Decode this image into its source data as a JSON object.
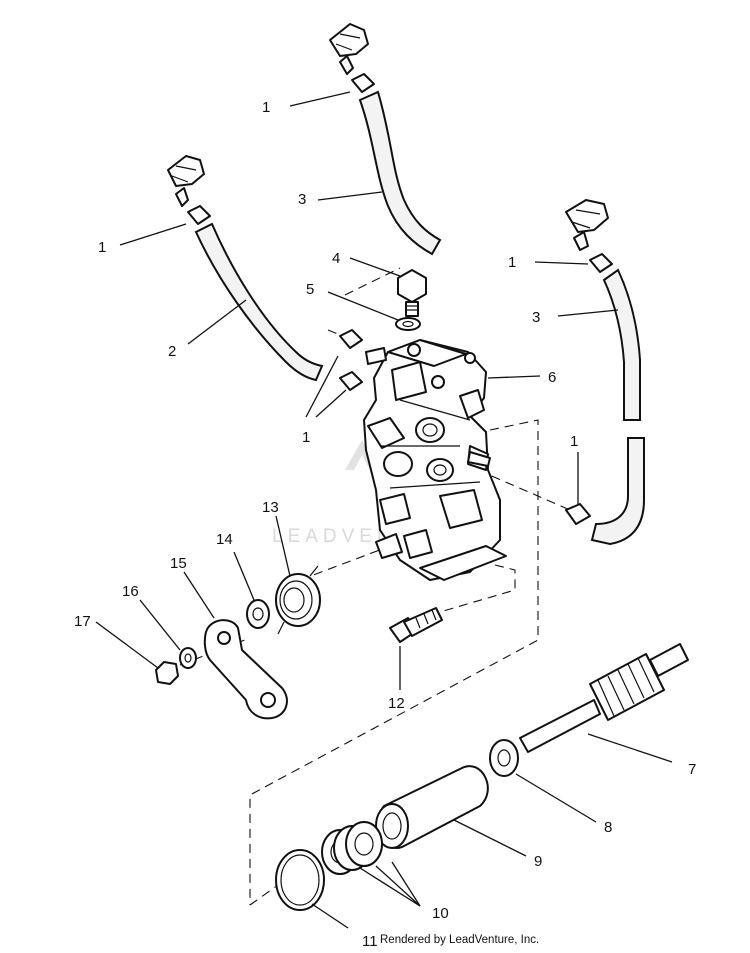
{
  "watermark": "LEADVENTURE",
  "credit": "Rendered by LeadVenture, Inc.",
  "callouts": [
    {
      "id": "c1a",
      "label": "1"
    },
    {
      "id": "c1b",
      "label": "1"
    },
    {
      "id": "c1c",
      "label": "1"
    },
    {
      "id": "c1d",
      "label": "1"
    },
    {
      "id": "c1e",
      "label": "1"
    },
    {
      "id": "c2",
      "label": "2"
    },
    {
      "id": "c3a",
      "label": "3"
    },
    {
      "id": "c3b",
      "label": "3"
    },
    {
      "id": "c4",
      "label": "4"
    },
    {
      "id": "c5",
      "label": "5"
    },
    {
      "id": "c6",
      "label": "6"
    },
    {
      "id": "c7",
      "label": "7"
    },
    {
      "id": "c8",
      "label": "8"
    },
    {
      "id": "c9",
      "label": "9"
    },
    {
      "id": "c10",
      "label": "10"
    },
    {
      "id": "c11",
      "label": "11"
    },
    {
      "id": "c12",
      "label": "12"
    },
    {
      "id": "c13",
      "label": "13"
    },
    {
      "id": "c14",
      "label": "14"
    },
    {
      "id": "c15",
      "label": "15"
    },
    {
      "id": "c16",
      "label": "16"
    },
    {
      "id": "c17",
      "label": "17"
    }
  ]
}
